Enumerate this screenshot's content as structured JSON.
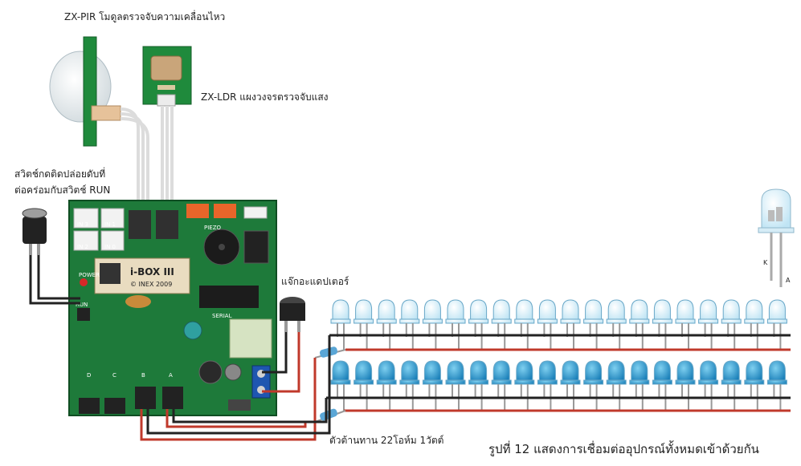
{
  "labels": {
    "pir": "ZX-PIR โมดูลตรวจจับความเคลื่อนไหว",
    "ldr": "ZX-LDR แผงวงจรตรวจจับแสง",
    "switch_line1": "สวิตช์กดติดปล่อยดับที่",
    "switch_line2": "ต่อคร่อมกับสวิตช์ RUN",
    "adapter_jack": "แจ๊กอะแดปเตอร์",
    "resistor": "ตัวต้านทาน 22โอห์ม 1วัตต์",
    "caption": "รูปที่ 12 แสดงการเชื่อมต่ออุปกรณ์ทั้งหมดเข้าด้วยกัน"
  },
  "board": {
    "chip_brand": "i-BOX III",
    "chip_maker": "© INEX 2009",
    "power": "POWER",
    "run": "RUN",
    "serial": "SERIAL",
    "piezo": "PIEZO",
    "ports_top": [
      "IN 3",
      "IN 1",
      "IN 2",
      "IN 0"
    ],
    "ports_bottom": [
      "D",
      "C",
      "B",
      "A"
    ]
  },
  "led": {
    "k": "K",
    "a": "A"
  }
}
